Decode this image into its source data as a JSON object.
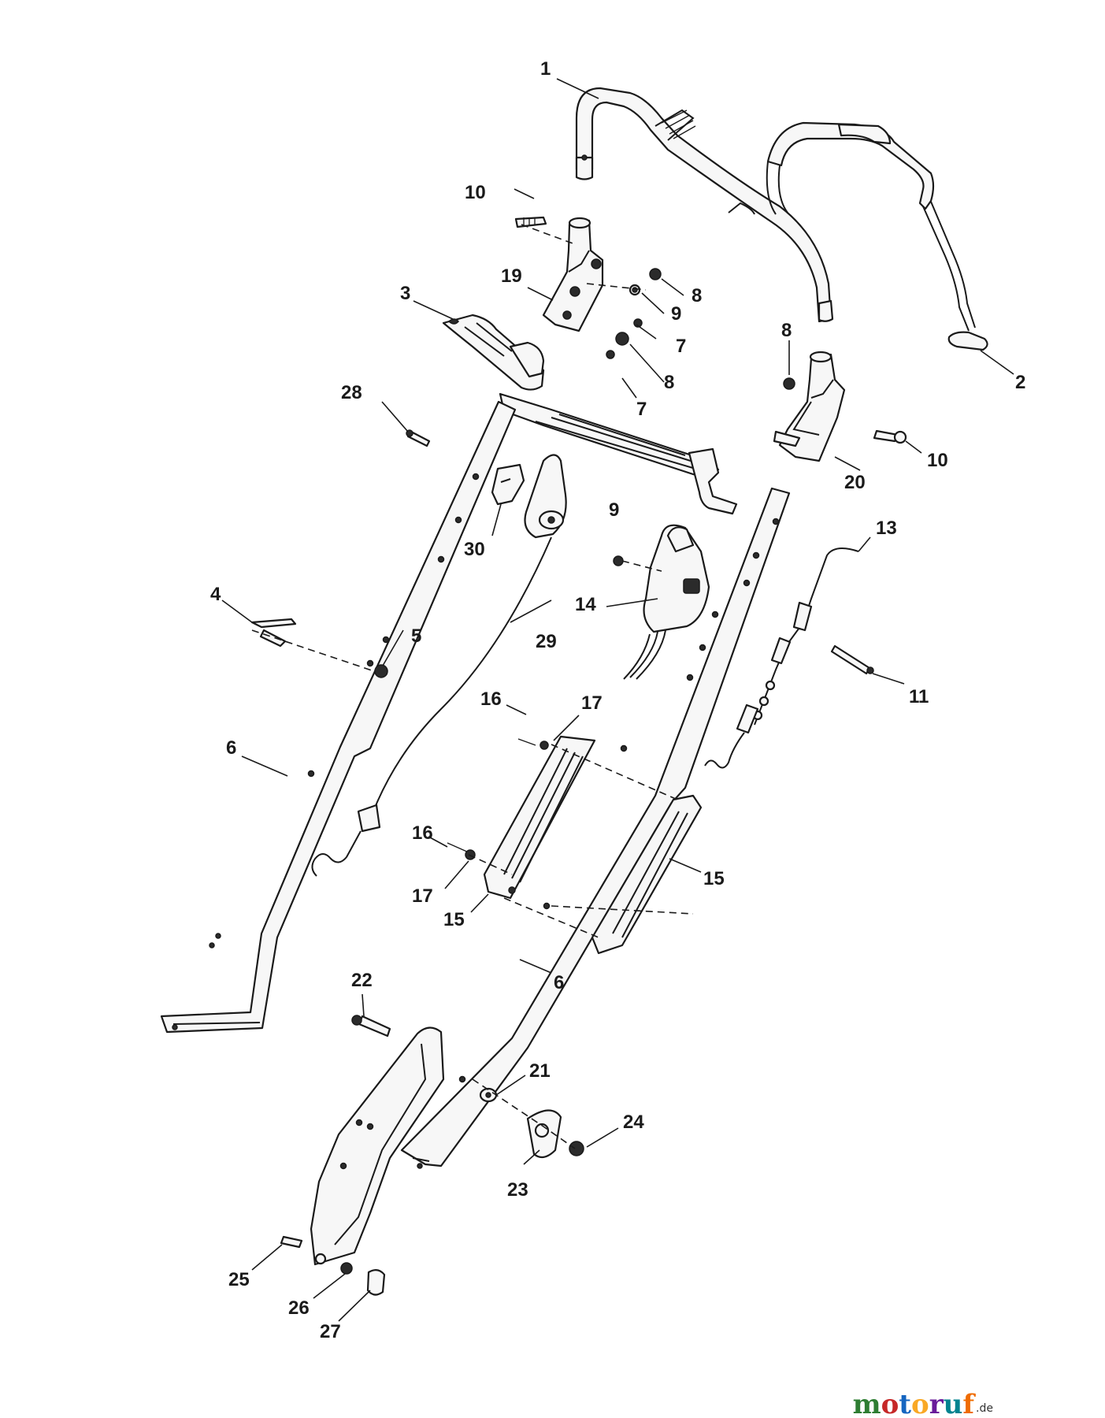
{
  "diagram": {
    "callouts": [
      {
        "id": "c1",
        "text": "1"
      },
      {
        "id": "c2",
        "text": "2"
      },
      {
        "id": "c3",
        "text": "3"
      },
      {
        "id": "c4",
        "text": "4"
      },
      {
        "id": "c5",
        "text": "5"
      },
      {
        "id": "c6a",
        "text": "6"
      },
      {
        "id": "c6b",
        "text": "6"
      },
      {
        "id": "c7a",
        "text": "7"
      },
      {
        "id": "c7b",
        "text": "7"
      },
      {
        "id": "c8a",
        "text": "8"
      },
      {
        "id": "c8b",
        "text": "8"
      },
      {
        "id": "c8c",
        "text": "8"
      },
      {
        "id": "c9a",
        "text": "9"
      },
      {
        "id": "c9b",
        "text": "9"
      },
      {
        "id": "c10a",
        "text": "10"
      },
      {
        "id": "c10b",
        "text": "10"
      },
      {
        "id": "c11",
        "text": "11"
      },
      {
        "id": "c13",
        "text": "13"
      },
      {
        "id": "c14",
        "text": "14"
      },
      {
        "id": "c15a",
        "text": "15"
      },
      {
        "id": "c15b",
        "text": "15"
      },
      {
        "id": "c16a",
        "text": "16"
      },
      {
        "id": "c16b",
        "text": "16"
      },
      {
        "id": "c17a",
        "text": "17"
      },
      {
        "id": "c17b",
        "text": "17"
      },
      {
        "id": "c19",
        "text": "19"
      },
      {
        "id": "c20",
        "text": "20"
      },
      {
        "id": "c21",
        "text": "21"
      },
      {
        "id": "c22",
        "text": "22"
      },
      {
        "id": "c23",
        "text": "23"
      },
      {
        "id": "c24",
        "text": "24"
      },
      {
        "id": "c25",
        "text": "25"
      },
      {
        "id": "c26",
        "text": "26"
      },
      {
        "id": "c27",
        "text": "27"
      },
      {
        "id": "c28",
        "text": "28"
      },
      {
        "id": "c29",
        "text": "29"
      },
      {
        "id": "c30",
        "text": "30"
      }
    ]
  },
  "watermark": {
    "letters": [
      "m",
      "o",
      "t",
      "o",
      "r",
      "u",
      "f"
    ],
    "colors": [
      "#2e7d32",
      "#c62828",
      "#1565c0",
      "#f9a825",
      "#6a1b9a",
      "#00838f",
      "#ef6c00"
    ],
    "suffix": ".de"
  }
}
